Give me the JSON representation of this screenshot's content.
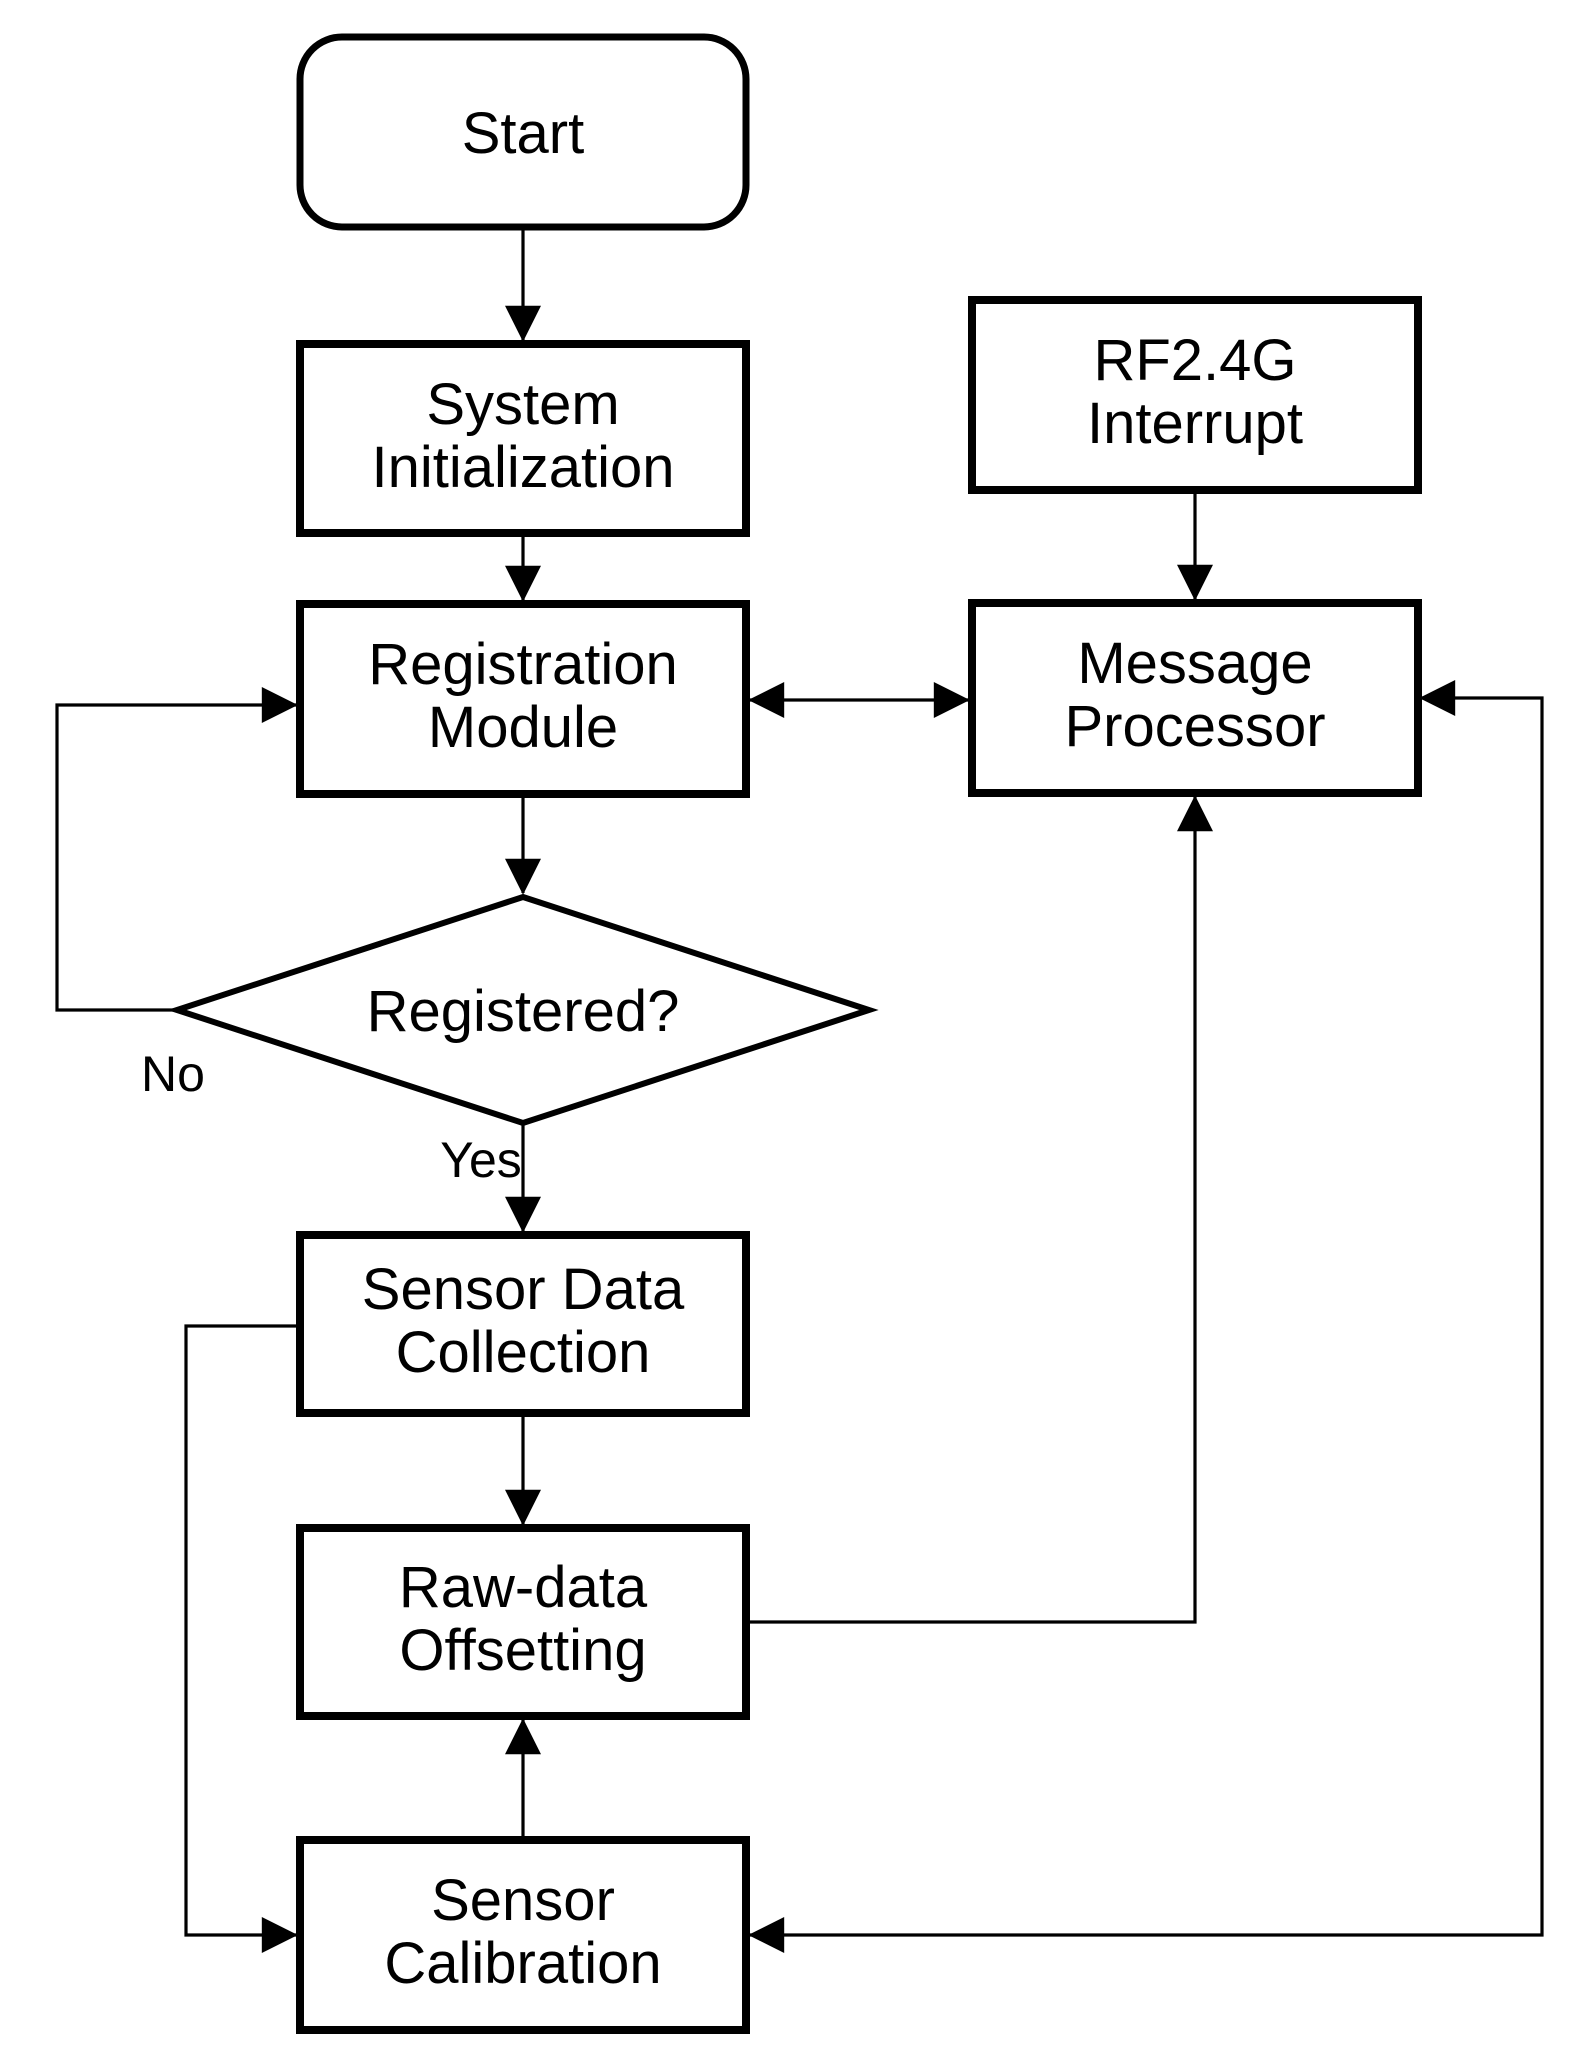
{
  "diagram": {
    "type": "flowchart",
    "background_color": "#ffffff",
    "line_color": "#000000",
    "node_fill_color": "#ffffff",
    "nodes": {
      "start": {
        "shape": "terminator",
        "label": "Start"
      },
      "system_initialization": {
        "shape": "process",
        "line1": "System",
        "line2": "Initialization"
      },
      "rf_interrupt": {
        "shape": "process",
        "line1": "RF2.4G",
        "line2": "Interrupt"
      },
      "registration_module": {
        "shape": "process",
        "line1": "Registration",
        "line2": "Module"
      },
      "message_processor": {
        "shape": "process",
        "line1": "Message",
        "line2": "Processor"
      },
      "registered_decision": {
        "shape": "decision",
        "label": "Registered?"
      },
      "sensor_data_collection": {
        "shape": "process",
        "line1": "Sensor Data",
        "line2": "Collection"
      },
      "raw_data_offsetting": {
        "shape": "process",
        "line1": "Raw-data",
        "line2": "Offsetting"
      },
      "sensor_calibration": {
        "shape": "process",
        "line1": "Sensor",
        "line2": "Calibration"
      }
    },
    "branch_labels": {
      "no": "No",
      "yes": "Yes"
    },
    "edges": [
      {
        "from": "start",
        "to": "system_initialization",
        "style": "arrow"
      },
      {
        "from": "system_initialization",
        "to": "registration_module",
        "style": "arrow"
      },
      {
        "from": "registration_module",
        "to": "registered_decision",
        "style": "arrow"
      },
      {
        "from": "registered_decision",
        "to": "registration_module",
        "label": "No",
        "style": "arrow"
      },
      {
        "from": "registered_decision",
        "to": "sensor_data_collection",
        "label": "Yes",
        "style": "arrow"
      },
      {
        "from": "registration_module",
        "to": "message_processor",
        "style": "double-arrow"
      },
      {
        "from": "rf_interrupt",
        "to": "message_processor",
        "style": "arrow"
      },
      {
        "from": "sensor_data_collection",
        "to": "raw_data_offsetting",
        "style": "arrow"
      },
      {
        "from": "raw_data_offsetting",
        "to": "message_processor",
        "style": "arrow"
      },
      {
        "from": "message_processor",
        "to": "sensor_calibration",
        "style": "double-arrow"
      },
      {
        "from": "sensor_calibration",
        "to": "raw_data_offsetting",
        "style": "arrow"
      },
      {
        "from": "sensor_data_collection",
        "to": "sensor_calibration",
        "style": "arrow"
      }
    ]
  }
}
